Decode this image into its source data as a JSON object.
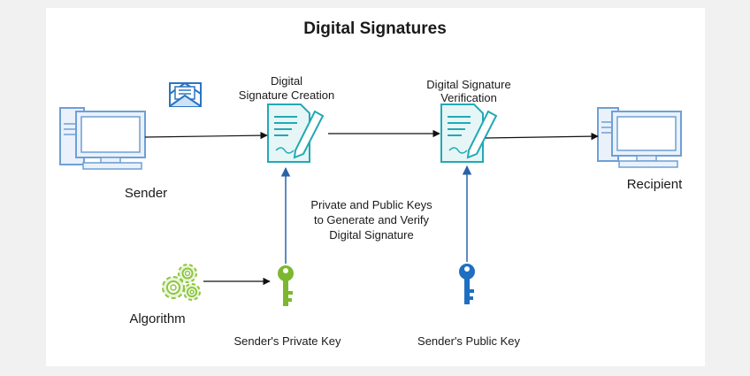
{
  "diagram": {
    "title": "Digital Signatures",
    "nodes": {
      "sender": "Sender",
      "creation_line1": "Digital",
      "creation_line2": "Signature Creation",
      "verification_line1": "Digital Signature",
      "verification_line2": "Verification",
      "recipient": "Recipient",
      "algorithm": "Algorithm",
      "private_key": "Sender's Private Key",
      "public_key": "Sender's Public Key"
    },
    "note": {
      "line1": "Private and Public Keys",
      "line2": "to Generate and Verify",
      "line3": "Digital Signature"
    },
    "colors": {
      "computer": "#6e9fd6",
      "document": "#22a9b4",
      "envelope": "#2a74c2",
      "gears": "#8cc63f",
      "private_key": "#7cb82f",
      "public_key": "#1f6fc0",
      "arrow_black": "#111111",
      "arrow_blue": "#2a62a8"
    }
  }
}
